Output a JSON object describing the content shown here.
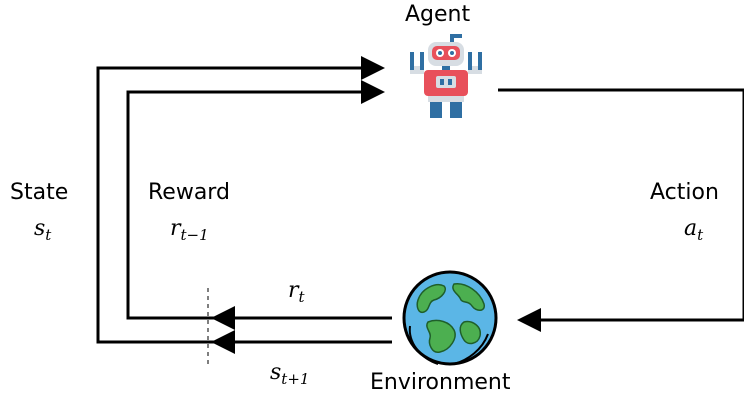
{
  "nodes": {
    "agent": {
      "label": "Agent"
    },
    "environment": {
      "label": "Environment"
    }
  },
  "edges": {
    "state": {
      "label": "State",
      "symbol": "s",
      "subscript": "t"
    },
    "reward": {
      "label": "Reward",
      "symbol": "r",
      "subscript": "t−1"
    },
    "action": {
      "label": "Action",
      "symbol": "a",
      "subscript": "t"
    },
    "reward_next": {
      "symbol": "r",
      "subscript": "t"
    },
    "state_next": {
      "symbol": "s",
      "subscript": "t+1"
    }
  },
  "icons": {
    "agent": "robot-icon",
    "environment": "earth-globe-icon"
  },
  "colors": {
    "line": "#000000",
    "robot_red": "#e8505b",
    "robot_blue": "#2f6fa3",
    "robot_gray": "#d7dde3",
    "ocean": "#5bb6e6",
    "land": "#4caf50"
  }
}
